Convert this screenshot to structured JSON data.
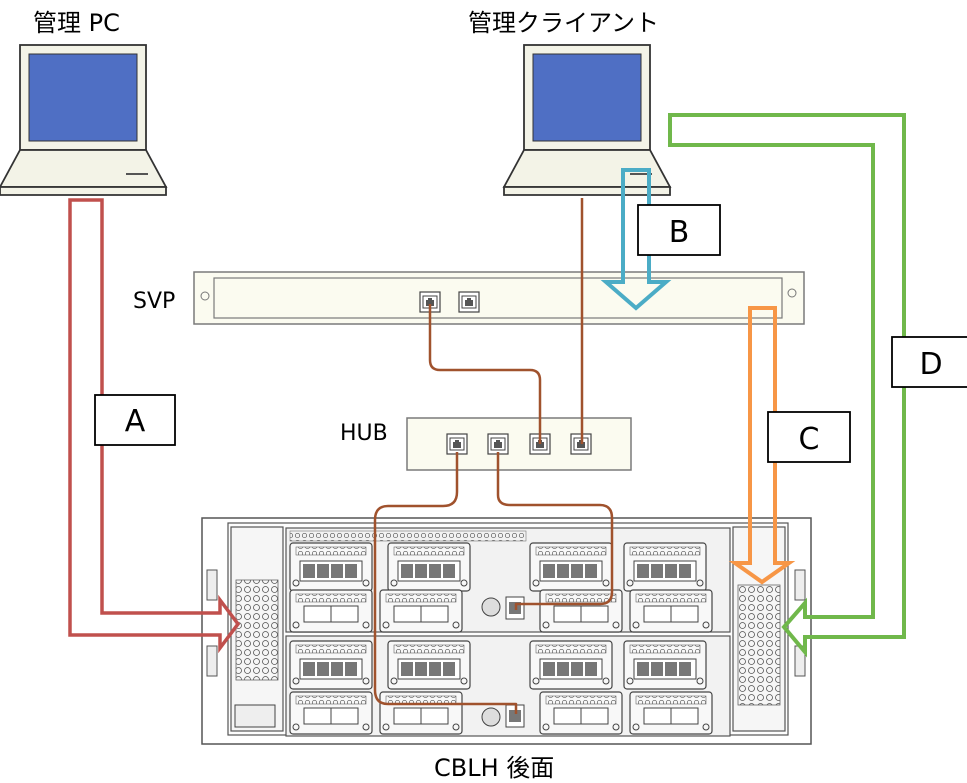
{
  "labels": {
    "admin_pc": "管理 PC",
    "admin_client": "管理クライアント",
    "svp": "SVP",
    "hub": "HUB",
    "chassis": "CBLH 後面"
  },
  "routes": [
    {
      "id": "A",
      "label": "A",
      "color": "#c0504d"
    },
    {
      "id": "B",
      "label": "B",
      "color": "#4bacc6"
    },
    {
      "id": "C",
      "label": "C",
      "color": "#f79646"
    },
    {
      "id": "D",
      "label": "D",
      "color": "#70b84b"
    }
  ],
  "colors": {
    "cable": "#a0522d",
    "panel_fill": "#fbfbf0",
    "panel_stroke": "#7a7a7a",
    "laptop_screen": "#4f6fc4",
    "laptop_body": "#f3f3e7"
  }
}
